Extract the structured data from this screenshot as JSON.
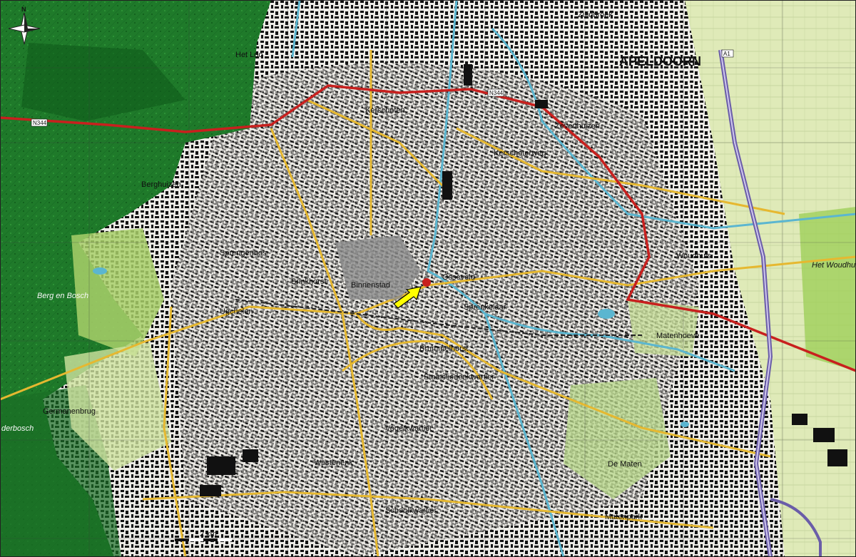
{
  "map": {
    "city_label": "APELDOORN",
    "forest_labels": [
      "Berg en Bosch",
      "Het Woudhuis",
      "derbosch"
    ],
    "district_labels": [
      "Binnenstad",
      "Zevenhuizen",
      "Kerschoten",
      "Osseveld",
      "Woudhuis",
      "Brinkhorst",
      "Sprengenbos",
      "Brummelhorst",
      "Staatsliedenkwartier",
      "Vogelkwartier",
      "Westenenk",
      "De Maten",
      "Matenpark",
      "Zuidbroek",
      "Berghuizen",
      "Matenhoeve",
      "Kerschoterweg",
      "Het Loo",
      "Ugchelen",
      "Sprenkelaar",
      "Schoolkwartier",
      "Germanenbrug"
    ],
    "road_labels": [
      "N344",
      "N344",
      "A1"
    ],
    "scale_label": "2 km",
    "north_arrow_label": "N",
    "marker_color": "#ffff00",
    "colors": {
      "forest": "#1f7a2a",
      "forest_dark": "#0f5a1a",
      "urban": "#e8e6e0",
      "buildings": "#111111",
      "road_red": "#c8201e",
      "road_yellow": "#e6b830",
      "water": "#5bb6d0",
      "highway": "#6a5da8",
      "meadow": "#d8e8b0",
      "grass": "#a9d06a"
    }
  }
}
